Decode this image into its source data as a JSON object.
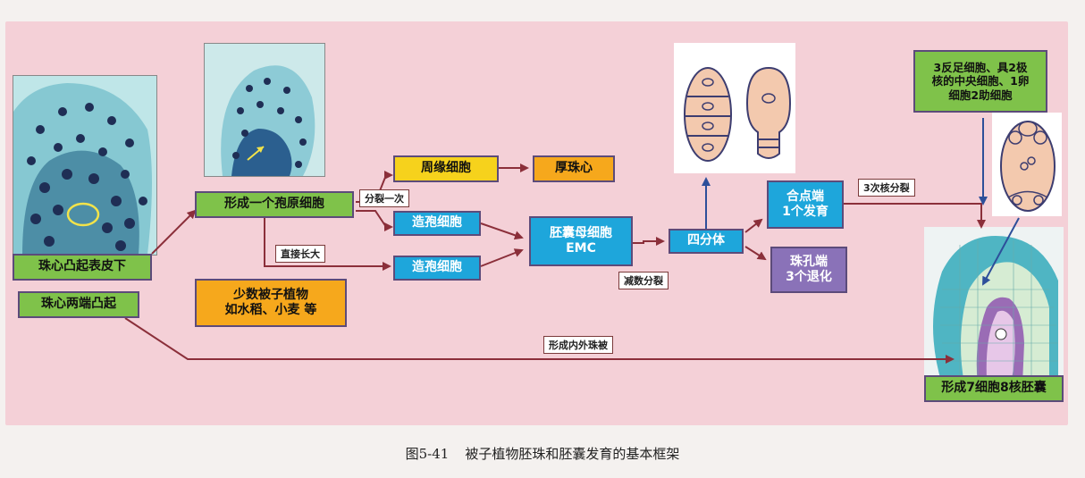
{
  "caption": {
    "number": "图5-41",
    "title": "被子植物胚珠和胚囊发育的基本框架"
  },
  "nodes": {
    "zhuxin_tuqi": "珠心凸起表皮下",
    "zhuxin_liangduan": "珠心两端凸起",
    "baoyuan": "形成一个孢原细胞",
    "zhouyuan": "周缘细胞",
    "houzhuxin": "厚珠心",
    "zaobao1": "造孢细胞",
    "zaobao2": "造孢细胞",
    "shaoshu_line1": "少数被子植物",
    "shaoshu_line2": "如水稻、小麦 等",
    "pinangmu_line1": "胚囊母细胞",
    "pinangmu_line2": "EMC",
    "sifenti": "四分体",
    "hedian_line1": "合点端",
    "hedian_line2": "1个发育",
    "zhukong_line1": "珠孔端",
    "zhukong_line2": "3个退化",
    "fanzu_line1": "3反足细胞、具2极",
    "fanzu_line2": "核的中央细胞、1卵",
    "fanzu_line3": "细胞2助细胞",
    "qihe": "形成7细胞8核胚囊"
  },
  "edge_labels": {
    "fenlie": "分裂一次",
    "zhijie": "直接长大",
    "jianshu": "减数分裂",
    "sanci": "3次核分裂",
    "neiwai": "形成内外珠被"
  },
  "colors": {
    "green": "#7fc24a",
    "yellow": "#f6d21c",
    "blue": "#1ea6db",
    "violet": "#8a72b8",
    "orange": "#f6a81c",
    "arrow": "#8b2f3a",
    "panel": "#f3c7cf"
  }
}
